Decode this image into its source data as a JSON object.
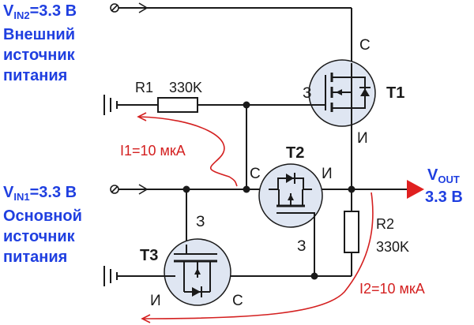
{
  "sources": {
    "vin2": {
      "label": "V",
      "sub": "IN2",
      "value": "=3.3 В",
      "desc": [
        "Внешний",
        "источник",
        "питания"
      ]
    },
    "vin1": {
      "label": "V",
      "sub": "IN1",
      "value": "=3.3 В",
      "desc": [
        "Основной",
        "источник",
        "питания"
      ]
    }
  },
  "output": {
    "label": "V",
    "sub": "OUT",
    "value": "3.3 В"
  },
  "components": {
    "r1": {
      "name": "R1",
      "value": "330K"
    },
    "r2": {
      "name": "R2",
      "value": "330K"
    },
    "t1": {
      "name": "T1",
      "drain": "С",
      "gate": "З",
      "source": "И"
    },
    "t2": {
      "name": "T2",
      "drain": "С",
      "gate": "З",
      "source": "И"
    },
    "t3": {
      "name": "T3",
      "drain": "С",
      "gate": "З",
      "source": "И"
    }
  },
  "currents": {
    "i1": "I1=10 мкА",
    "i2": "I2=10 мкА"
  },
  "colors": {
    "label_blue": "#1f3fe0",
    "current_red": "#d42020",
    "output_arrow": "#e02020",
    "transistor_fill": "#dfe6f2"
  }
}
